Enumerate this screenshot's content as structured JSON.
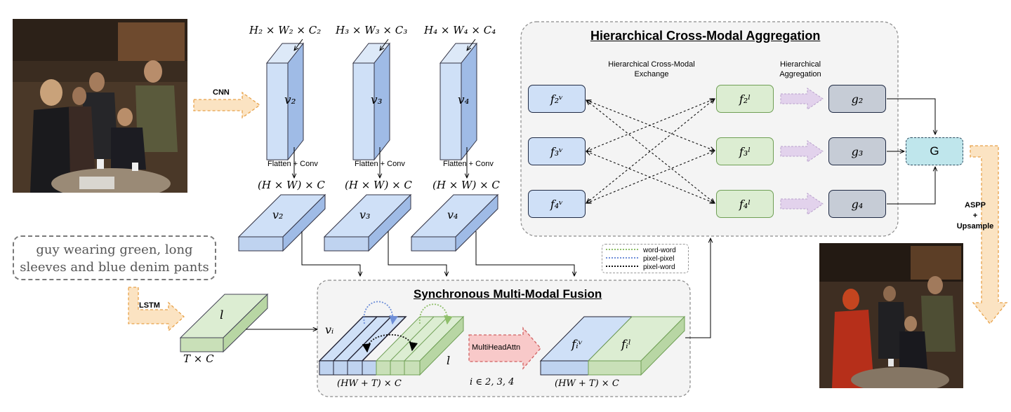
{
  "input_photo": {
    "alt": "photo"
  },
  "output_photo": {
    "alt": "photo"
  },
  "arrows": {
    "cnn": "CNN",
    "lstm": "LSTM",
    "aspp_line1": "ASPP",
    "aspp_line2": "+",
    "aspp_line3": "Upsample",
    "mha": "MultiHeadAttn"
  },
  "query_text": {
    "line1": "guy wearing green, long",
    "line2": "sleeves and blue denim pants"
  },
  "features": {
    "dims": [
      "H₂ × W₂ × C₂",
      "H₃ × W₃ × C₃",
      "H₄ × W₄ × C₄"
    ],
    "names": [
      "v₂",
      "v₃",
      "v₄"
    ],
    "flatten": "Flatten + Conv",
    "flat_dim": "(H × W) × C"
  },
  "lang": {
    "name": "l",
    "dim": "T × C"
  },
  "smf": {
    "title": "Synchronous Multi-Modal Fusion",
    "vi": "vᵢ",
    "l": "l",
    "concat_dim": "(HW + T) × C",
    "index": "i ∈ 2, 3, 4",
    "out_v": "fᵢᵛ",
    "out_l": "fᵢˡ",
    "out_dim": "(HW + T) × C"
  },
  "hcma": {
    "title": "Hierarchical Cross-Modal Aggregation",
    "exchange_line1": "Hierarchical Cross-Modal",
    "exchange_line2": "Exchange",
    "agg_line1": "Hierarchical",
    "agg_line2": "Aggregation",
    "fv": [
      "f₂ᵛ",
      "f₃ᵛ",
      "f₄ᵛ"
    ],
    "fl": [
      "f₂ˡ",
      "f₃ˡ",
      "f₄ˡ"
    ],
    "g": [
      "g₂",
      "g₃",
      "g₄"
    ],
    "G": "G"
  },
  "legend": {
    "items": [
      "word-word",
      "pixel-pixel",
      "pixel-word"
    ],
    "colors": [
      "#8fbf6a",
      "#6f8fd8",
      "#111111"
    ]
  },
  "colors": {
    "visual": "#cfe0f7",
    "language": "#dcedd2",
    "arrow_orange": "#fbe3c2",
    "arrow_pink": "#f8c9c9",
    "arrow_purple": "#e2d2ec"
  }
}
